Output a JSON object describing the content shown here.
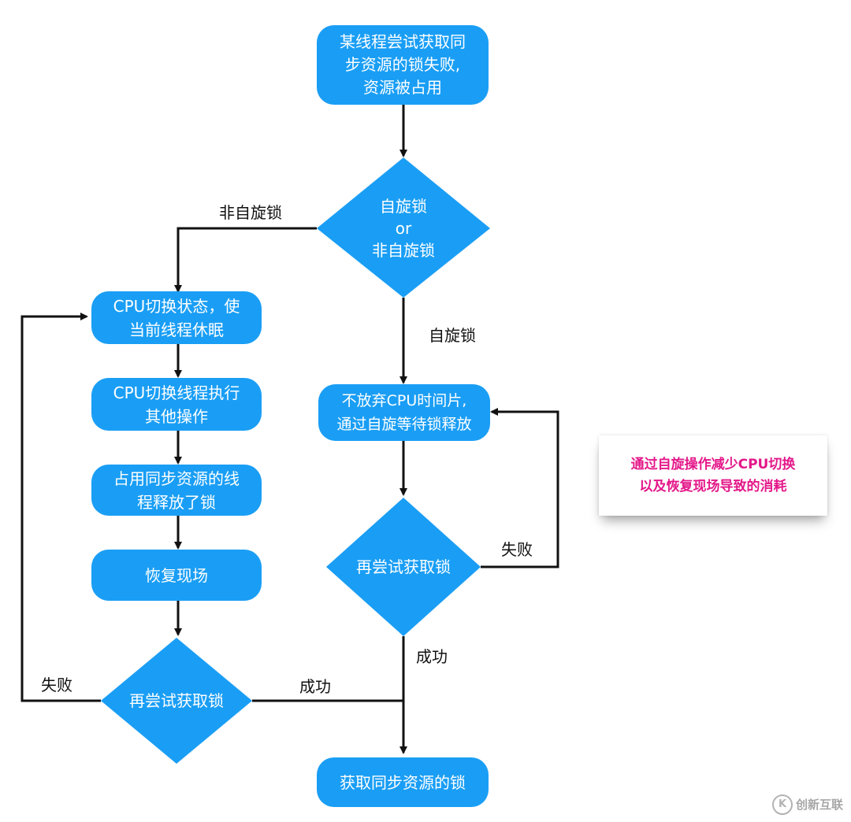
{
  "nodes": {
    "start": "某线程尝试获取同\n步资源的锁失败,\n资源被占用",
    "decision_type": "自旋锁\nor\n非自旋锁",
    "cpu_switch_state": "CPU切换状态，使\n当前线程休眠",
    "cpu_switch_thread": "CPU切换线程执行\n其他操作",
    "occupy_release": "占用同步资源的线\n程释放了锁",
    "restore": "恢复现场",
    "retry_left": "再尝试获取锁",
    "spin_wait": "不放弃CPU时间片,\n通过自旋等待锁释放",
    "retry_right": "再尝试获取锁",
    "end": "获取同步资源的锁"
  },
  "edge_labels": {
    "non_spin": "非自旋锁",
    "spin": "自旋锁",
    "fail_right": "失败",
    "success_right": "成功",
    "fail_left": "失败",
    "success_left": "成功"
  },
  "note": {
    "text": "通过自旋操作减少CPU切换\n以及恢复现场导致的消耗"
  },
  "watermark": {
    "icon": "K",
    "text": "创新互联"
  },
  "colors": {
    "node_fill": "#1a9ef5",
    "note_text": "#e4188a",
    "line": "#111111"
  }
}
